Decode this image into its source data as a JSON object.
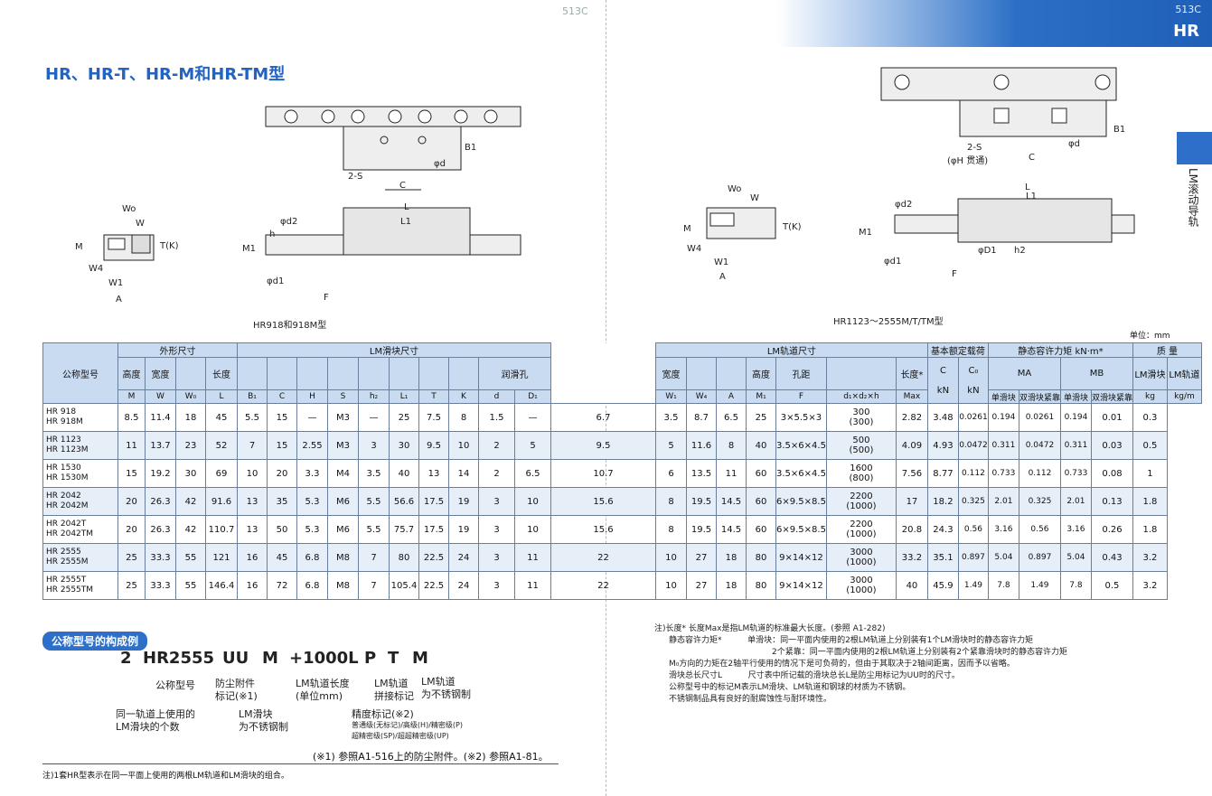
{
  "page": {
    "left_num": "513C",
    "right_num": "513C",
    "series": "HR",
    "side_tab": "LM滚动导轨",
    "title": "HR、HR-T、HR-M和HR-TM型"
  },
  "drawings": {
    "left_caption": "HR918和918M型",
    "right_caption": "HR1123～2555M/T/TM型",
    "labels_left": {
      "wo": "Wo",
      "w": "W",
      "m": "M",
      "tk": "T(K)",
      "w4": "W4",
      "w1": "W1",
      "a": "A",
      "phid2": "φd2",
      "h": "h",
      "m1": "M1",
      "phid1": "φd1",
      "f": "F",
      "l": "L",
      "l1": "L1",
      "b1": "B1",
      "twos": "2-S",
      "phid": "φd",
      "c": "C"
    },
    "labels_right": {
      "twos": "2-S",
      "phih": "(φH 贯通)",
      "phid": "φd",
      "c": "C",
      "b1": "B1",
      "wo": "Wo",
      "w": "W",
      "m": "M",
      "tk": "T(K)",
      "w4": "W4",
      "w1": "W1",
      "a": "A",
      "l": "L",
      "l1": "L1",
      "phid2": "φd2",
      "m1": "M1",
      "phiD1": "φD1",
      "h2": "h2",
      "phid1": "φd1",
      "f": "F"
    }
  },
  "table": {
    "unit": "单位：mm",
    "h_model": "公称型号",
    "g_outer": "外形尺寸",
    "g_block": "LM滑块尺寸",
    "g_rail": "LM轨道尺寸",
    "g_load": "基本额定载荷",
    "g_static": "静态容许力矩 kN·m*",
    "g_mass": "质 量",
    "c_height": "高度",
    "c_width": "宽度",
    "c_length": "长度",
    "c_lube": "润滑孔",
    "c_rwidth": "宽度",
    "c_rheight": "高度",
    "c_pitch": "孔距",
    "c_rlen": "长度*",
    "c_C": "C",
    "c_C0": "C₀",
    "c_MA": "MA",
    "c_MB": "MB",
    "c_mblock": "LM滑块",
    "c_mrail": "LM轨道",
    "s_single": "单滑块",
    "s_double": "双滑块紧靠",
    "u": [
      "M",
      "W",
      "W₀",
      "L",
      "B₁",
      "C",
      "H",
      "S",
      "h₂",
      "L₁",
      "T",
      "K",
      "d",
      "D₁",
      "W₁",
      "W₄",
      "A",
      "M₁",
      "F",
      "d₁×d₂×h",
      "Max",
      "kN",
      "kN",
      "单滑块",
      "双滑块紧靠",
      "单滑块",
      "双滑块紧靠",
      "kg",
      "kg/m"
    ],
    "rows": [
      {
        "n1": "HR 918",
        "n2": "HR 918M",
        "v": [
          "8.5",
          "11.4",
          "18",
          "45",
          "5.5",
          "15",
          "—",
          "M3",
          "—",
          "25",
          "7.5",
          "8",
          "1.5",
          "—",
          "6.7",
          "3.5",
          "8.7",
          "6.5",
          "25",
          "3×5.5×3"
        ],
        "max1": "300",
        "max2": "(300)",
        "w": [
          "2.82",
          "3.48",
          "0.0261",
          "0.194",
          "0.0261",
          "0.194",
          "0.01",
          "0.3"
        ]
      },
      {
        "n1": "HR 1123",
        "n2": "HR 1123M",
        "v": [
          "11",
          "13.7",
          "23",
          "52",
          "7",
          "15",
          "2.55",
          "M3",
          "3",
          "30",
          "9.5",
          "10",
          "2",
          "5",
          "9.5",
          "5",
          "11.6",
          "8",
          "40",
          "3.5×6×4.5"
        ],
        "max1": "500",
        "max2": "(500)",
        "w": [
          "4.09",
          "4.93",
          "0.0472",
          "0.311",
          "0.0472",
          "0.311",
          "0.03",
          "0.5"
        ]
      },
      {
        "n1": "HR 1530",
        "n2": "HR 1530M",
        "v": [
          "15",
          "19.2",
          "30",
          "69",
          "10",
          "20",
          "3.3",
          "M4",
          "3.5",
          "40",
          "13",
          "14",
          "2",
          "6.5",
          "10.7",
          "6",
          "13.5",
          "11",
          "60",
          "3.5×6×4.5"
        ],
        "max1": "1600",
        "max2": "(800)",
        "w": [
          "7.56",
          "8.77",
          "0.112",
          "0.733",
          "0.112",
          "0.733",
          "0.08",
          "1"
        ]
      },
      {
        "n1": "HR 2042",
        "n2": "HR 2042M",
        "v": [
          "20",
          "26.3",
          "42",
          "91.6",
          "13",
          "35",
          "5.3",
          "M6",
          "5.5",
          "56.6",
          "17.5",
          "19",
          "3",
          "10",
          "15.6",
          "8",
          "19.5",
          "14.5",
          "60",
          "6×9.5×8.5"
        ],
        "max1": "2200",
        "max2": "(1000)",
        "w": [
          "17",
          "18.2",
          "0.325",
          "2.01",
          "0.325",
          "2.01",
          "0.13",
          "1.8"
        ]
      },
      {
        "n1": "HR 2042T",
        "n2": "HR 2042TM",
        "v": [
          "20",
          "26.3",
          "42",
          "110.7",
          "13",
          "50",
          "5.3",
          "M6",
          "5.5",
          "75.7",
          "17.5",
          "19",
          "3",
          "10",
          "15.6",
          "8",
          "19.5",
          "14.5",
          "60",
          "6×9.5×8.5"
        ],
        "max1": "2200",
        "max2": "(1000)",
        "w": [
          "20.8",
          "24.3",
          "0.56",
          "3.16",
          "0.56",
          "3.16",
          "0.26",
          "1.8"
        ]
      },
      {
        "n1": "HR 2555",
        "n2": "HR 2555M",
        "v": [
          "25",
          "33.3",
          "55",
          "121",
          "16",
          "45",
          "6.8",
          "M8",
          "7",
          "80",
          "22.5",
          "24",
          "3",
          "11",
          "22",
          "10",
          "27",
          "18",
          "80",
          "9×14×12"
        ],
        "max1": "3000",
        "max2": "(1000)",
        "w": [
          "33.2",
          "35.1",
          "0.897",
          "5.04",
          "0.897",
          "5.04",
          "0.43",
          "3.2"
        ]
      },
      {
        "n1": "HR 2555T",
        "n2": "HR 2555TM",
        "v": [
          "25",
          "33.3",
          "55",
          "146.4",
          "16",
          "72",
          "6.8",
          "M8",
          "7",
          "105.4",
          "22.5",
          "24",
          "3",
          "11",
          "22",
          "10",
          "27",
          "18",
          "80",
          "9×14×12"
        ],
        "max1": "3000",
        "max2": "(1000)",
        "w": [
          "40",
          "45.9",
          "1.49",
          "7.8",
          "1.49",
          "7.8",
          "0.5",
          "3.2"
        ]
      }
    ]
  },
  "model": {
    "badge": "公称型号的构成例",
    "codes": [
      "2",
      "HR2555",
      "UU",
      "M",
      "+1000L",
      "P",
      "T",
      "M"
    ],
    "l_name": "公称型号",
    "l_seal": "防尘附件\n标记(※1)",
    "l_len": "LM轨道长度\n(单位mm)",
    "l_join": "LM轨道\n拼接标记",
    "l_rail": "LM轨道\n为不锈钢制",
    "l_count": "同一轨道上使用的\nLM滑块的个数",
    "l_block": "LM滑块\n为不锈钢制",
    "l_acc": "精度标记(※2)",
    "l_acc2": "普通级(无标记)/高级(H)/精密级(P)\n超精密级(SP)/超超精密级(UP)",
    "ref": "(※1) 参照A1-516上的防尘附件。(※2) 参照A1-81。"
  },
  "notes": {
    "n1": "注)长度*  长度Max是指LM轨道的标准最大长度。(参照 A1-282)",
    "n2": "静态容许力矩*          单滑块：同一平面内使用的2根LM轨道上分别装有1个LM滑块时的静态容许力矩",
    "n3": "2个紧靠：同一平面内使用的2根LM轨道上分别装有2个紧靠滑块时的静态容许力矩",
    "n4": "M₀方向的力矩在2轴平行使用的情况下是可负荷的，但由于其取决于2轴间距离，因而予以省略。",
    "n5": "滑块总长尺寸L          尺寸表中所记载的滑块总长L是防尘用标记为UU时的尺寸。",
    "n6": "公称型号中的标记M表示LM滑块、LM轨道和钢球的材质为不锈钢。",
    "n7": "不锈钢制品具有良好的耐腐蚀性与耐环境性。"
  },
  "footnote": "注)1套HR型表示在同一平面上使用的两根LM轨道和LM滑块的组合。"
}
